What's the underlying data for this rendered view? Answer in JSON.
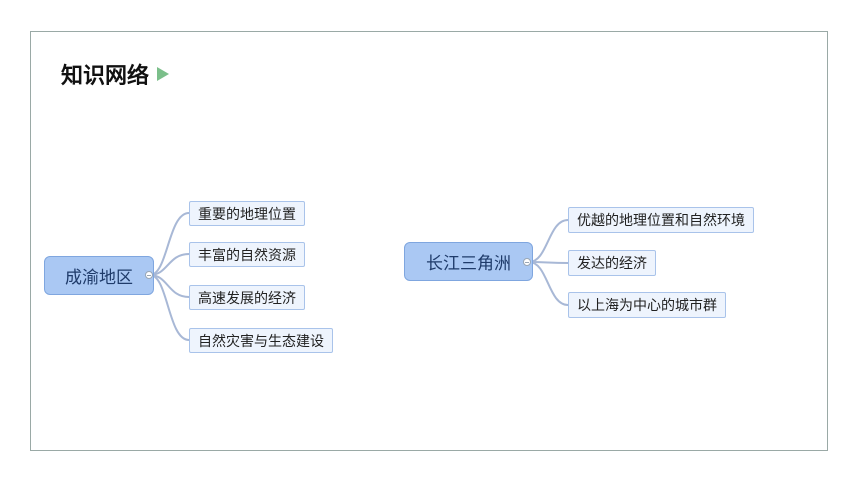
{
  "title": "知识网络",
  "maps": [
    {
      "root": "成渝地区",
      "children": [
        "重要的地理位置",
        "丰富的自然资源",
        "高速发展的经济",
        "自然灾害与生态建设"
      ]
    },
    {
      "root": "长江三角洲",
      "children": [
        "优越的地理位置和自然环境",
        "发达的经济",
        "以上海为中心的城市群"
      ]
    }
  ],
  "colors": {
    "root_fill": "#aac8f3",
    "leaf_fill": "#eef4fd",
    "connector": "#a8b8d6",
    "title_arrow": "#7bbf8a"
  }
}
